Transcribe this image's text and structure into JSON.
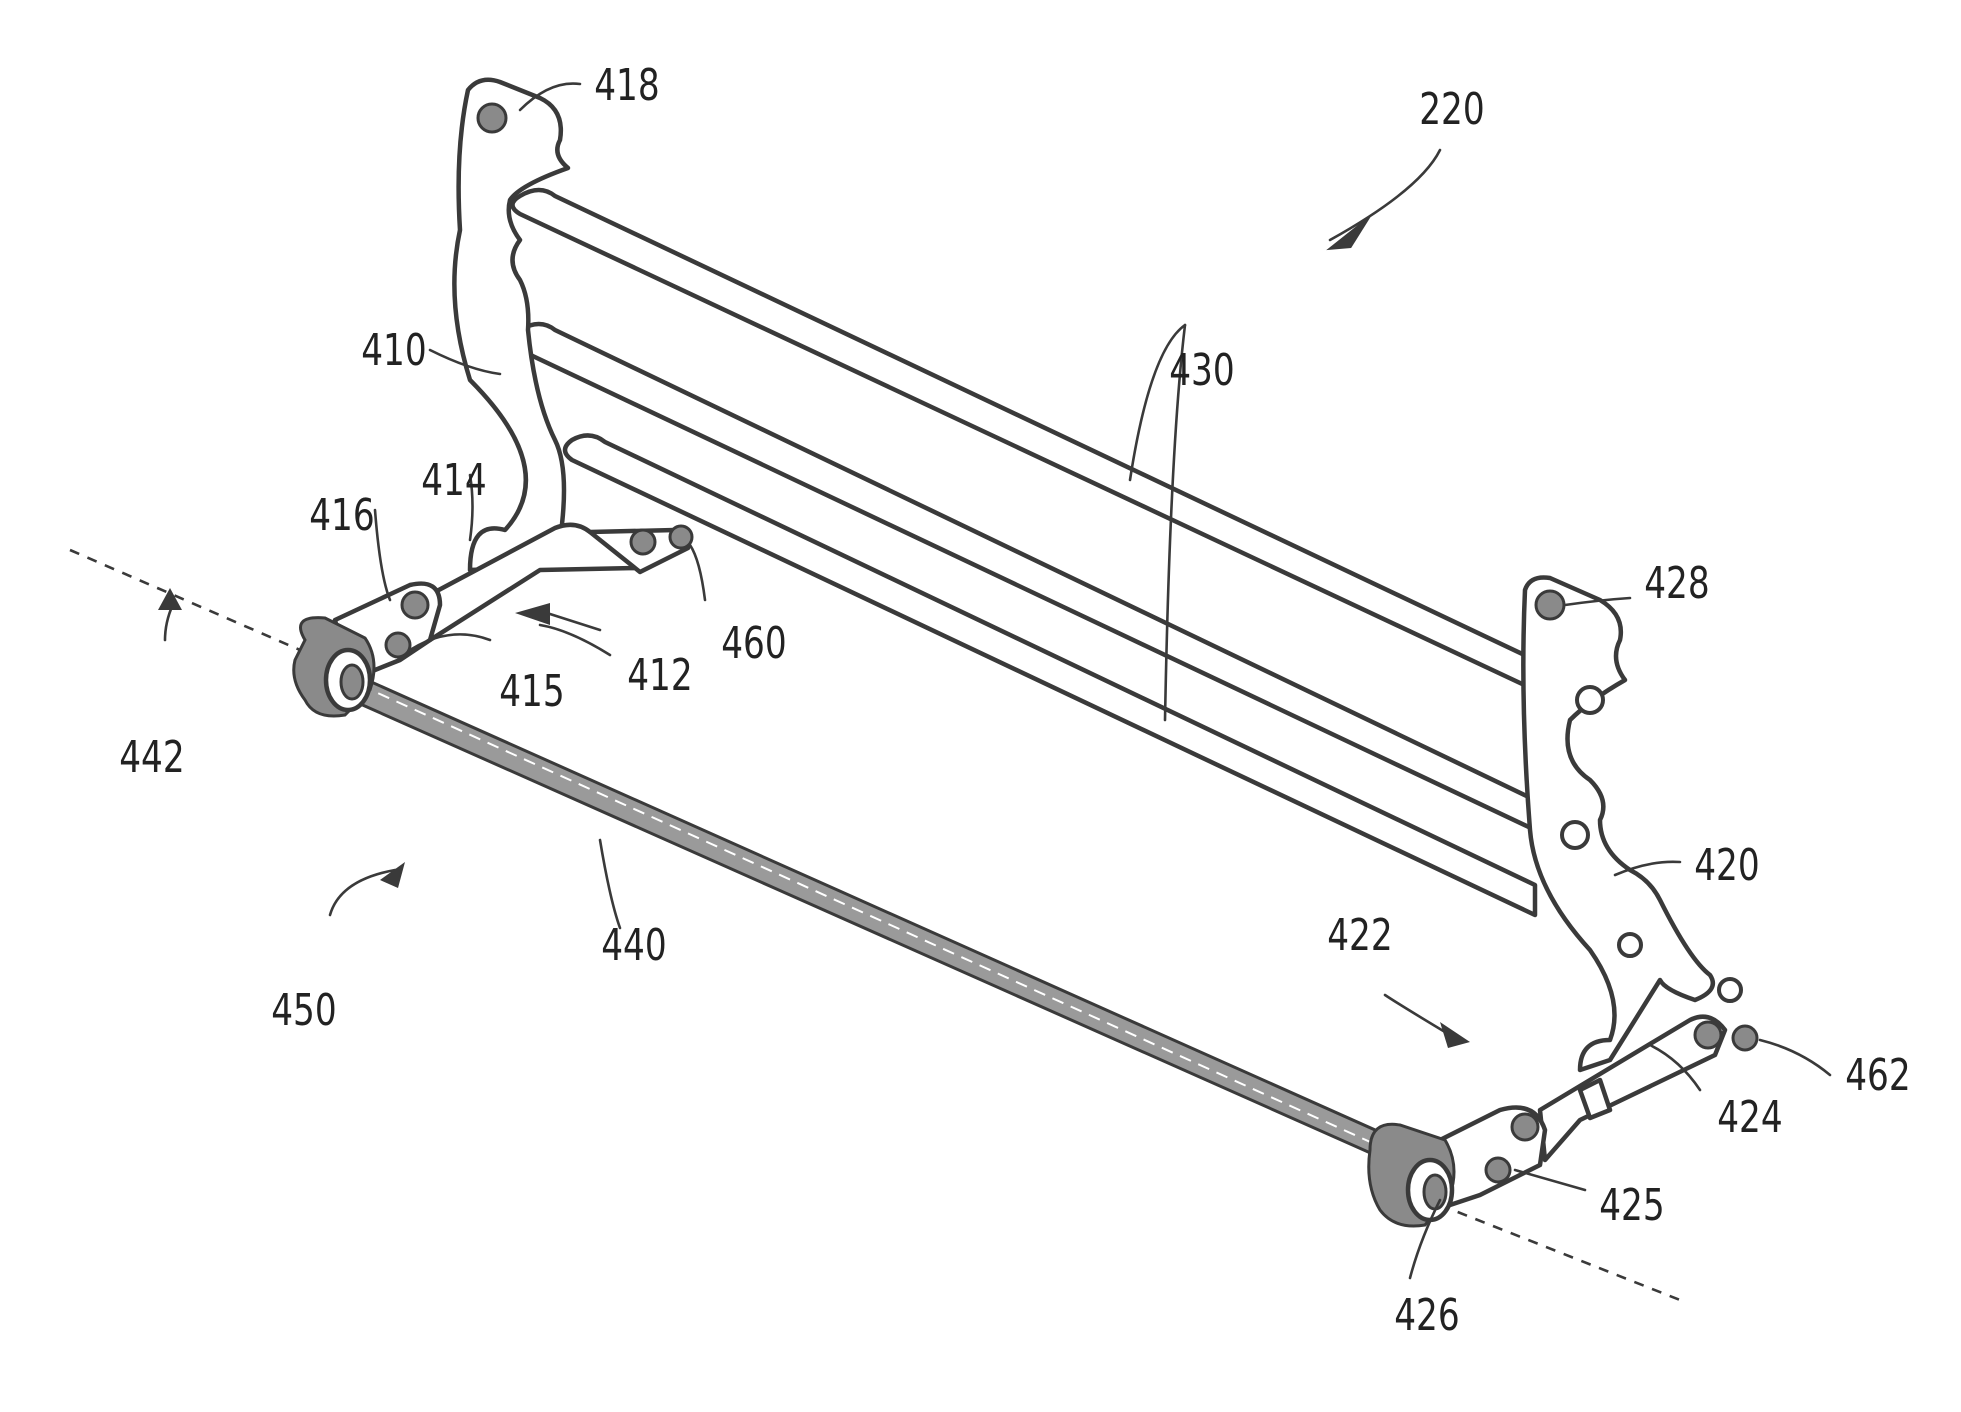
{
  "figure": {
    "reference_labels": {
      "assembly": "220",
      "first_bracket": "410",
      "first_linkage": "412",
      "first_link": "414",
      "first_link_pivot": "415",
      "first_hub_plate": "416",
      "first_upper_pivot": "418",
      "second_bracket": "420",
      "second_linkage": "422",
      "second_link": "424",
      "second_link_pivot": "425",
      "second_hub_plate": "426",
      "second_upper_pivot": "428",
      "cross_bars": "430",
      "torsion_shaft": "440",
      "rotation_axis": "442",
      "shaft_assembly": "450",
      "first_stop": "460",
      "second_stop": "462"
    },
    "colors": {
      "line": "#3a3a3a",
      "shading": "#8a8a8a",
      "background": "#ffffff"
    }
  }
}
